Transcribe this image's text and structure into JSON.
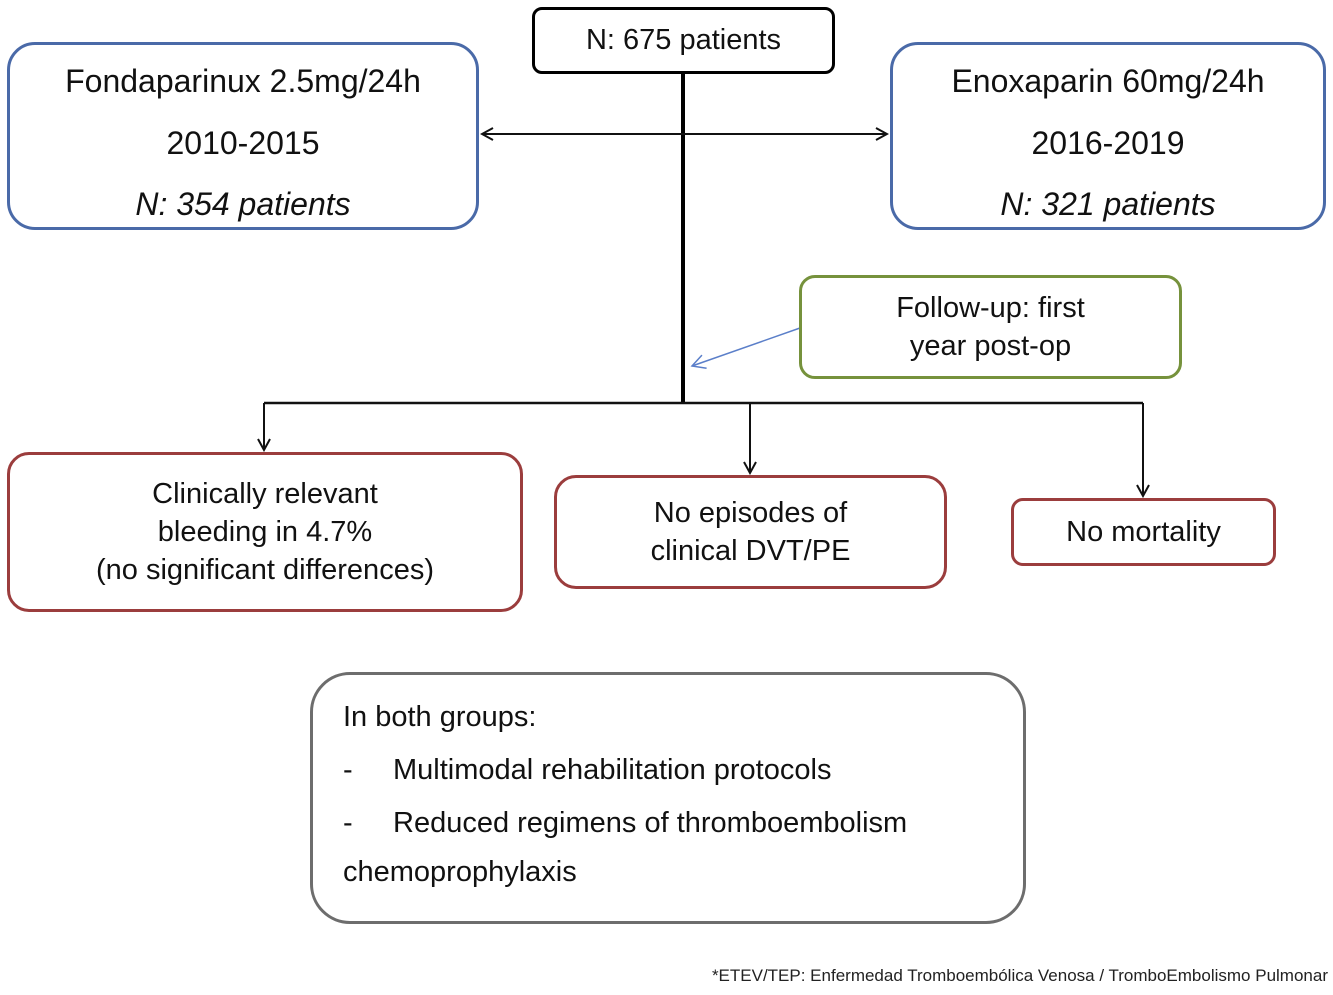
{
  "total": {
    "label": "N: 675 patients"
  },
  "groups": {
    "fondaparinux": {
      "drug": "Fondaparinux 2.5mg/24h",
      "years": "2010-2015",
      "n": "N: 354 patients"
    },
    "enoxaparin": {
      "drug": "Enoxaparin 60mg/24h",
      "years": "2016-2019",
      "n": "N: 321 patients"
    }
  },
  "followup": {
    "line1": "Follow-up: first",
    "line2": "year post-op"
  },
  "outcomes": {
    "bleeding": {
      "line1": "Clinically relevant",
      "line2": "bleeding in 4.7%",
      "line3": "(no significant differences)"
    },
    "dvt": {
      "line1": "No episodes of",
      "line2": "clinical DVT/PE"
    },
    "mortality": {
      "line1": "No mortality"
    }
  },
  "both_groups": {
    "heading": "In both groups:",
    "items": [
      {
        "bullet": "-",
        "text": "Multimodal rehabilitation protocols"
      },
      {
        "bullet": "-",
        "text": "Reduced regimens of thromboembolism",
        "continuation": "chemoprophylaxis"
      }
    ]
  },
  "footnote": "*ETEV/TEP: Enfermedad Tromboembólica Venosa / TromboEmbolismo Pulmonar",
  "colors": {
    "group_border": "#4a6aa8",
    "followup_border": "#76923c",
    "outcome_border": "#9b3d3d",
    "summary_border": "#6d6d6d",
    "followup_arrow": "#5b7fc9"
  }
}
